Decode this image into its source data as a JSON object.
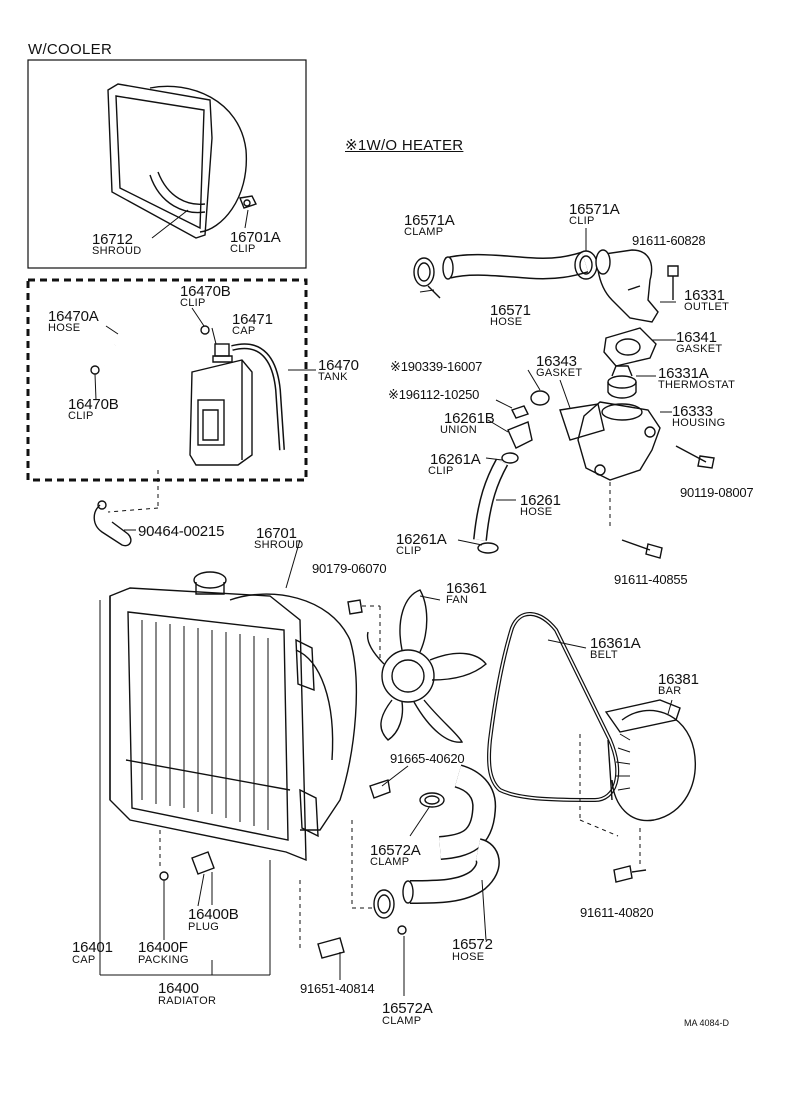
{
  "sections": {
    "w_cooler": "W/COOLER",
    "wo_heater": "※1W/O  HEATER"
  },
  "parts": [
    {
      "id": "p16712",
      "number": "16712",
      "name": "SHROUD"
    },
    {
      "id": "p16701A",
      "number": "16701A",
      "name": "CLIP"
    },
    {
      "id": "p16470B_top",
      "number": "16470B",
      "name": "CLIP"
    },
    {
      "id": "p16470A",
      "number": "16470A",
      "name": "HOSE"
    },
    {
      "id": "p16471",
      "number": "16471",
      "name": "CAP"
    },
    {
      "id": "p16470",
      "number": "16470",
      "name": "TANK"
    },
    {
      "id": "p16470B_low",
      "number": "16470B",
      "name": "CLIP"
    },
    {
      "id": "p90464",
      "number": "90464-00215",
      "name": ""
    },
    {
      "id": "p16571A_clamp",
      "number": "16571A",
      "name": "CLAMP"
    },
    {
      "id": "p16571A_clip",
      "number": "16571A",
      "name": "CLIP"
    },
    {
      "id": "p91611_60828",
      "number": "91611-60828",
      "name": ""
    },
    {
      "id": "p16571",
      "number": "16571",
      "name": "HOSE"
    },
    {
      "id": "p16331",
      "number": "16331",
      "name": "OUTLET"
    },
    {
      "id": "p16341",
      "number": "16341",
      "name": "GASKET"
    },
    {
      "id": "p190339",
      "number": "※190339-16007",
      "name": ""
    },
    {
      "id": "p16343",
      "number": "16343",
      "name": "GASKET"
    },
    {
      "id": "p16331A",
      "number": "16331A",
      "name": "THERMOSTAT"
    },
    {
      "id": "p196112",
      "number": "※196112-10250",
      "name": ""
    },
    {
      "id": "p16261B",
      "number": "16261B",
      "name": "UNION"
    },
    {
      "id": "p16333",
      "number": "16333",
      "name": "HOUSING"
    },
    {
      "id": "p16261A_a",
      "number": "16261A",
      "name": "CLIP"
    },
    {
      "id": "p16261",
      "number": "16261",
      "name": "HOSE"
    },
    {
      "id": "p90119",
      "number": "90119-08007",
      "name": ""
    },
    {
      "id": "p16261A_b",
      "number": "16261A",
      "name": "CLIP"
    },
    {
      "id": "p16701",
      "number": "16701",
      "name": "SHROUD"
    },
    {
      "id": "p91611_40855",
      "number": "91611-40855",
      "name": ""
    },
    {
      "id": "p90179",
      "number": "90179-06070",
      "name": ""
    },
    {
      "id": "p16361",
      "number": "16361",
      "name": "FAN"
    },
    {
      "id": "p16361A",
      "number": "16361A",
      "name": "BELT"
    },
    {
      "id": "p16381",
      "number": "16381",
      "name": "BAR"
    },
    {
      "id": "p91665",
      "number": "91665-40620",
      "name": ""
    },
    {
      "id": "p16572A_a",
      "number": "16572A",
      "name": "CLAMP"
    },
    {
      "id": "p16400B",
      "number": "16400B",
      "name": "PLUG"
    },
    {
      "id": "p91611_40820",
      "number": "91611-40820",
      "name": ""
    },
    {
      "id": "p16401",
      "number": "16401",
      "name": "CAP"
    },
    {
      "id": "p16400F",
      "number": "16400F",
      "name": "PACKING"
    },
    {
      "id": "p16572",
      "number": "16572",
      "name": "HOSE"
    },
    {
      "id": "p16400",
      "number": "16400",
      "name": "RADIATOR"
    },
    {
      "id": "p91651",
      "number": "91651-40814",
      "name": ""
    },
    {
      "id": "p16572A_b",
      "number": "16572A",
      "name": "CLAMP"
    }
  ],
  "reference": "MA  4084-D"
}
